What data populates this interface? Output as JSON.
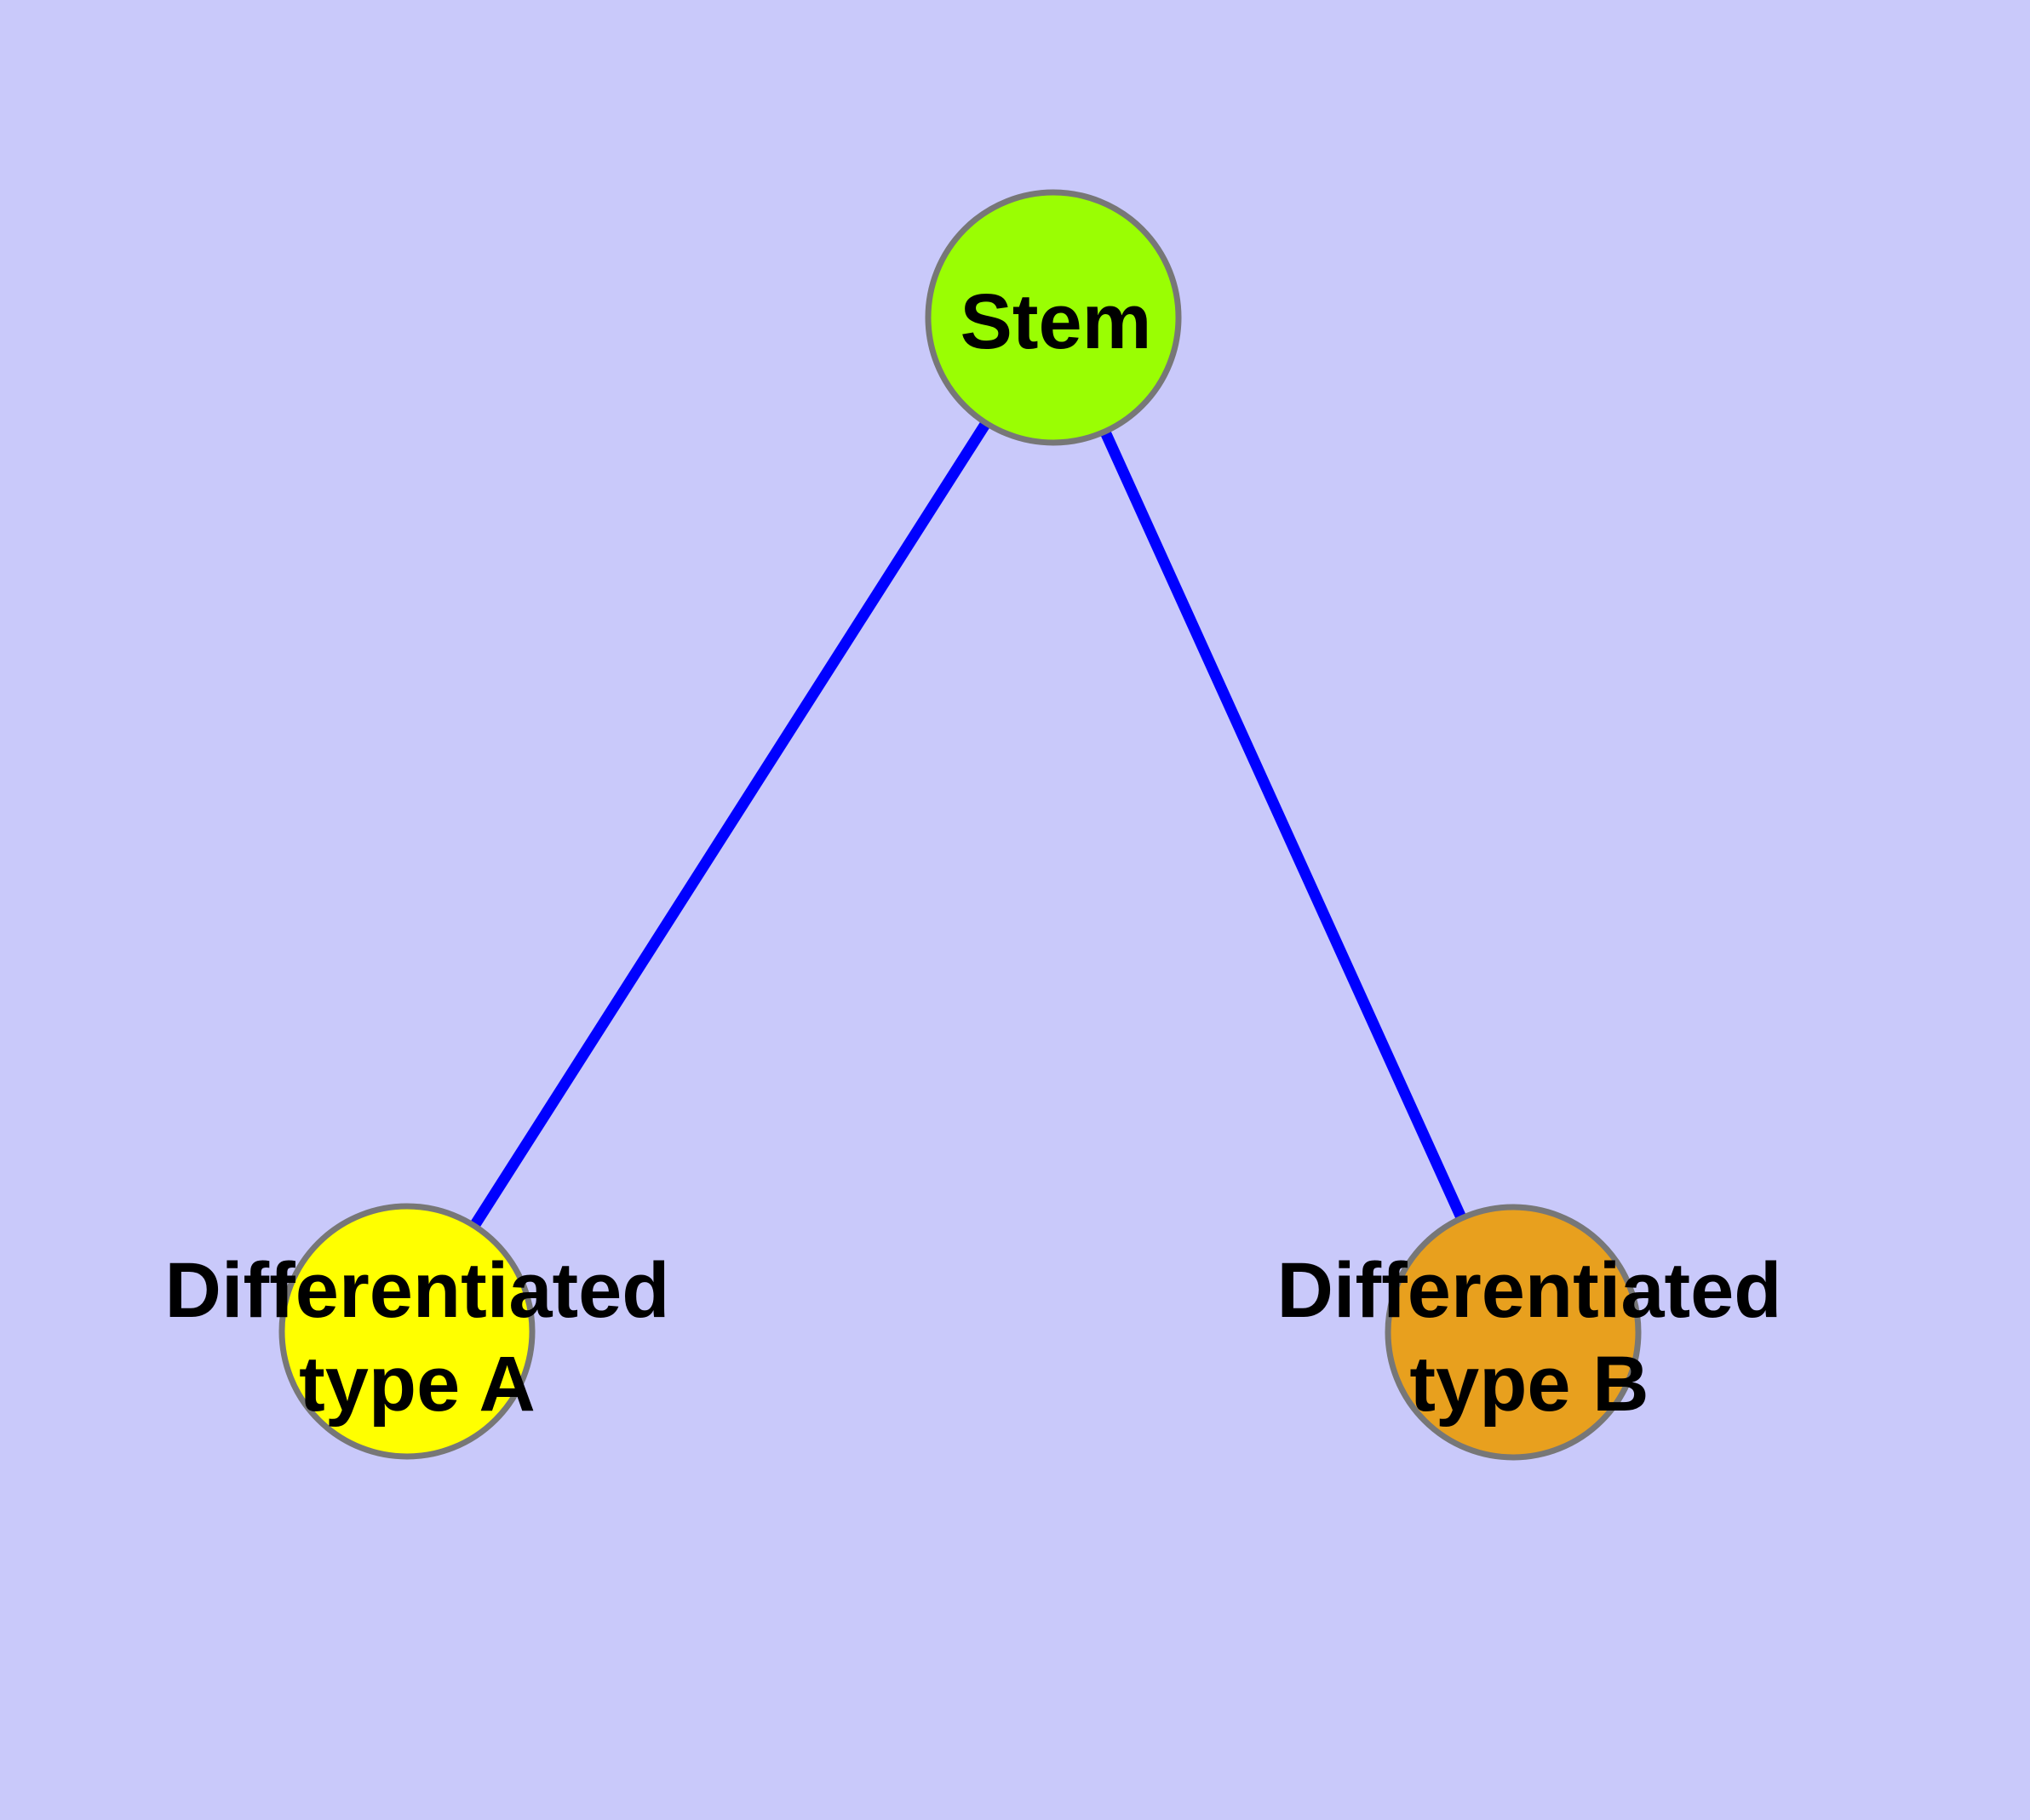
{
  "diagram": {
    "type": "node-link-graph",
    "background_color": "#C9C9FA",
    "edge_color": "#0000FF",
    "node_border_color": "#777777",
    "label_color": "#000000",
    "nodes": {
      "stem": {
        "label": "Stem",
        "fill": "#9AFE03"
      },
      "type_a": {
        "label": "Differentiated type A",
        "label_line1": "Differentiated",
        "label_line2": "type A",
        "fill": "#FFFF00"
      },
      "type_b": {
        "label": "Differentiated type B",
        "label_line1": "Differentiated",
        "label_line2": "type B",
        "fill": "#E8A01E"
      }
    },
    "edges": [
      {
        "from": "Stem",
        "to": "Differentiated type A"
      },
      {
        "from": "Stem",
        "to": "Differentiated type B"
      }
    ]
  }
}
